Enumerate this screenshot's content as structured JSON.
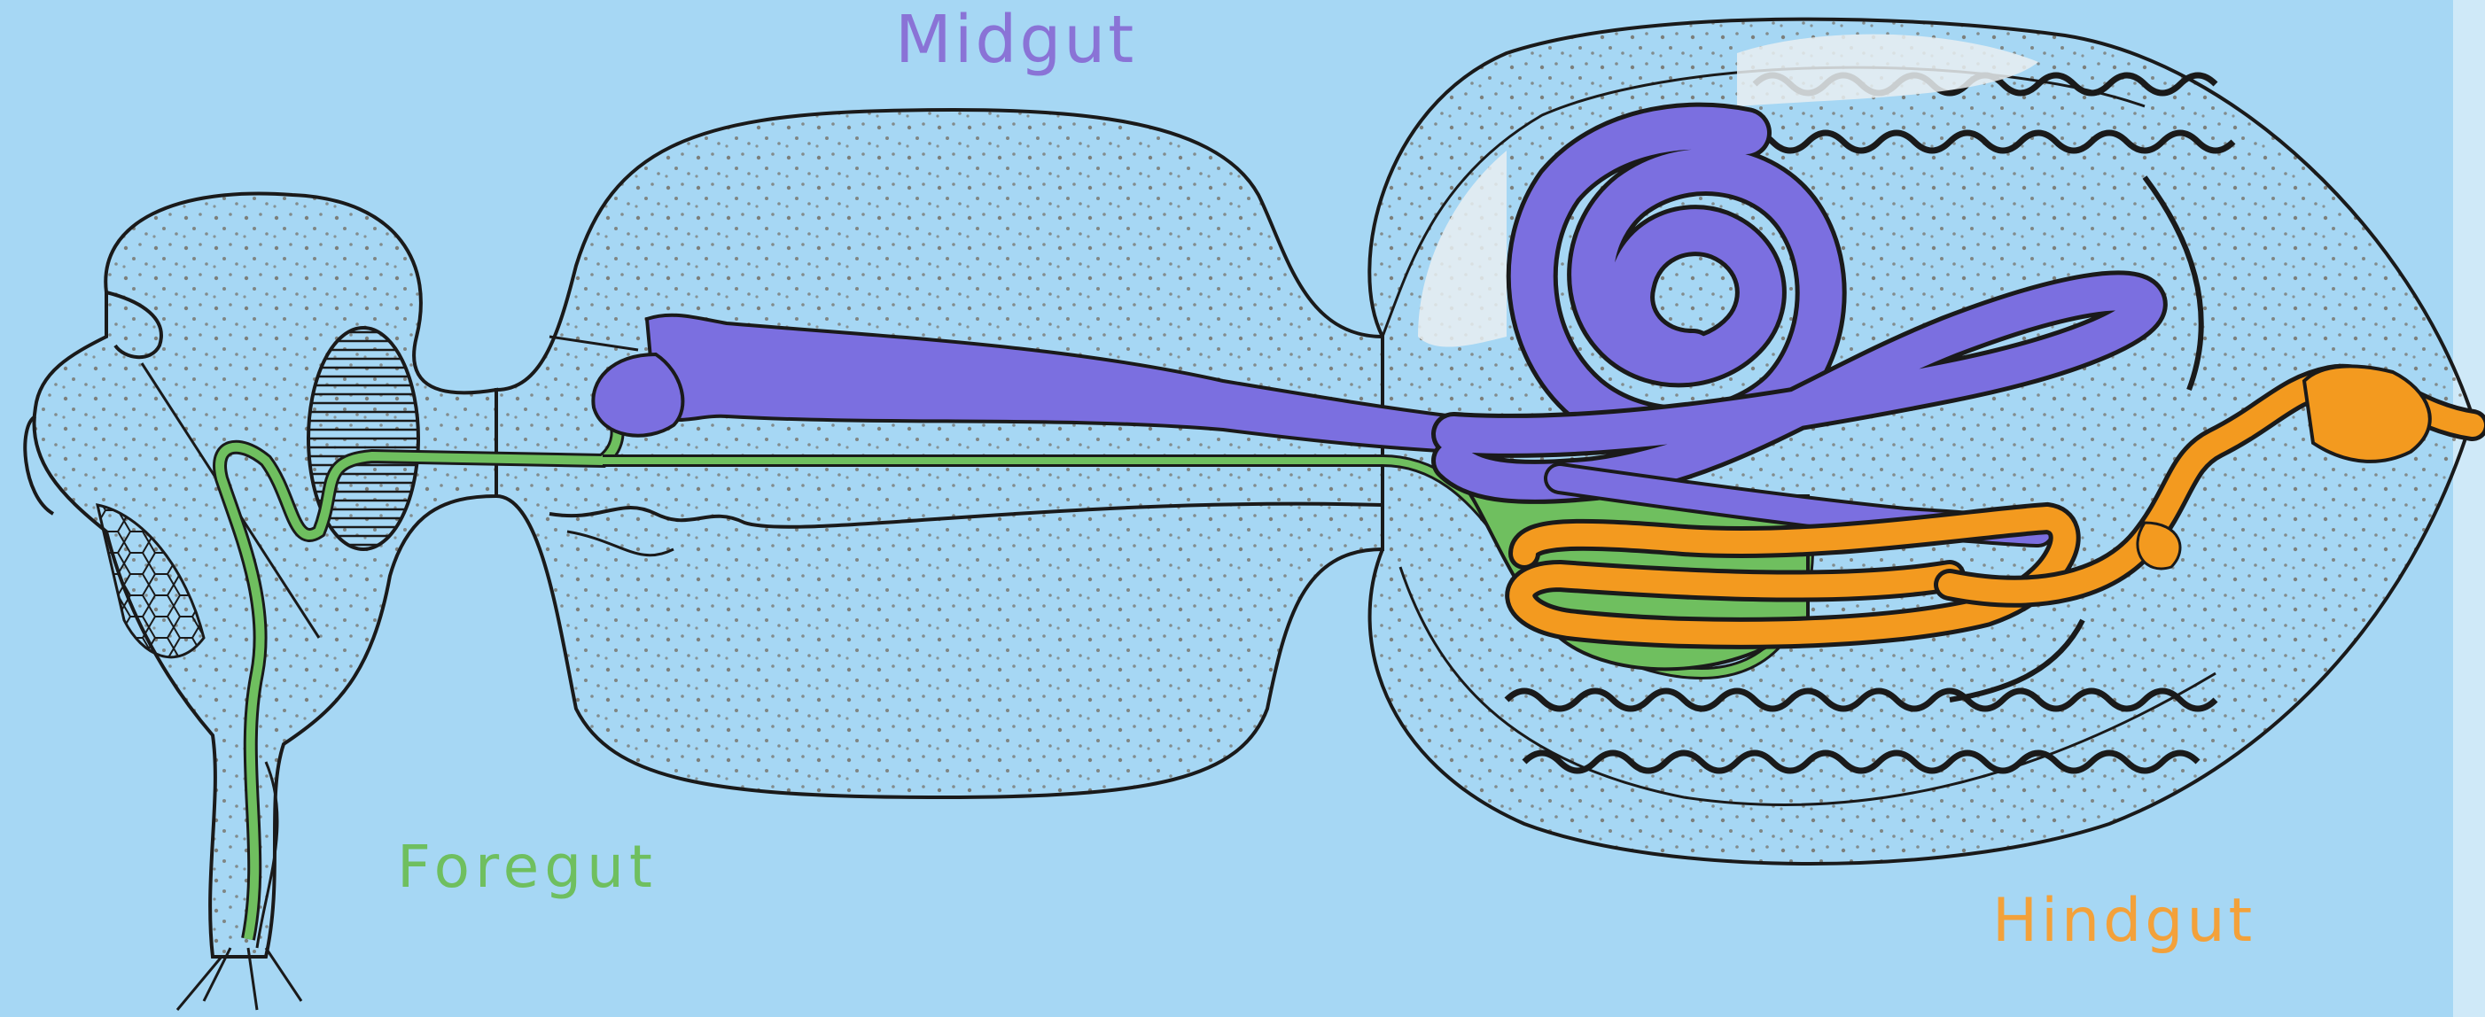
{
  "labels": {
    "midgut": "Midgut",
    "foregut": "Foregut",
    "hindgut": "Hindgut"
  },
  "colors": {
    "background": "#a6d7f4",
    "midgut": "#7b6fe0",
    "foregut": "#6fbf5f",
    "hindgut": "#f39a1f",
    "outline": "#1a1a1a",
    "midgut_label": "#8a73d6",
    "foregut_label": "#6fbf5f",
    "hindgut_label": "#f3a13a"
  }
}
